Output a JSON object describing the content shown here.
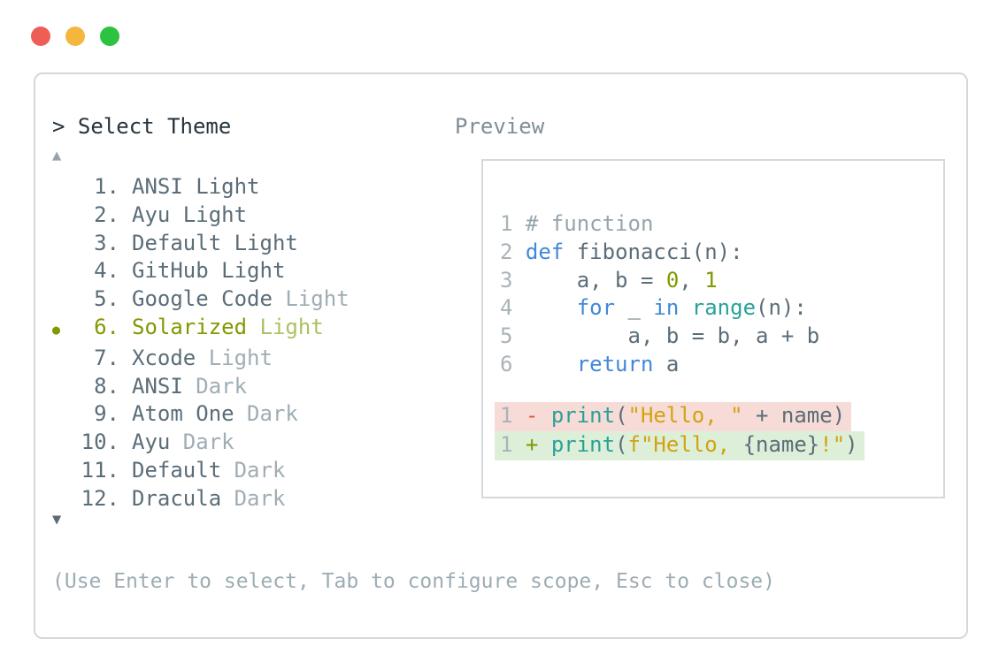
{
  "colors": {
    "light-red": "#ee5e56",
    "light-yellow": "#f5b63e",
    "light-green": "#2cc340",
    "border": "#d5d8da",
    "text-dark": "#26333c",
    "slate": "#5b6d78",
    "dim": "#9fadb4",
    "olive": "#7f9a00",
    "olive-dim": "#abc164",
    "blue": "#4189d8",
    "teal": "#2aa198",
    "gold": "#d2a30f",
    "red": "#e4534b",
    "comment": "#98a4ab",
    "linenum": "#a9b3b9",
    "label": "#7d8e98",
    "hint": "#9eacb3",
    "diff-red-bg": "#f6dbd7",
    "diff-green-bg": "#ddefd9"
  },
  "window": {
    "controls": [
      "close",
      "minimize",
      "maximize"
    ]
  },
  "prompt": {
    "symbol": ">",
    "title": "Select Theme"
  },
  "theme_list": {
    "scroll_up_icon": "▲",
    "scroll_down_icon": "▼",
    "selected_marker": "●",
    "items": [
      {
        "number": "1.",
        "name": "ANSI",
        "suffix": "Light",
        "suffix_style": "normal",
        "selected": false
      },
      {
        "number": "2.",
        "name": "Ayu",
        "suffix": "Light",
        "suffix_style": "normal",
        "selected": false
      },
      {
        "number": "3.",
        "name": "Default",
        "suffix": "Light",
        "suffix_style": "normal",
        "selected": false
      },
      {
        "number": "4.",
        "name": "GitHub",
        "suffix": "Light",
        "suffix_style": "normal",
        "selected": false
      },
      {
        "number": "5.",
        "name": "Google Code",
        "suffix": "Light",
        "suffix_style": "dim",
        "selected": false
      },
      {
        "number": "6.",
        "name": "Solarized",
        "suffix": "Light",
        "suffix_style": "selected",
        "selected": true
      },
      {
        "number": "7.",
        "name": "Xcode",
        "suffix": "Light",
        "suffix_style": "dim",
        "selected": false
      },
      {
        "number": "8.",
        "name": "ANSI",
        "suffix": "Dark",
        "suffix_style": "dim",
        "selected": false
      },
      {
        "number": "9.",
        "name": "Atom One",
        "suffix": "Dark",
        "suffix_style": "dim",
        "selected": false
      },
      {
        "number": "10.",
        "name": "Ayu",
        "suffix": "Dark",
        "suffix_style": "dim",
        "selected": false
      },
      {
        "number": "11.",
        "name": "Default",
        "suffix": "Dark",
        "suffix_style": "dim",
        "selected": false
      },
      {
        "number": "12.",
        "name": "Dracula",
        "suffix": "Dark",
        "suffix_style": "dim",
        "selected": false
      }
    ]
  },
  "preview": {
    "label": "Preview",
    "code_lines": [
      {
        "num": "1",
        "tokens": [
          {
            "c": "com",
            "t": "# function"
          }
        ]
      },
      {
        "num": "2",
        "tokens": [
          {
            "c": "kw",
            "t": "def"
          },
          {
            "c": "plain",
            "t": " fibonacci(n):"
          }
        ]
      },
      {
        "num": "3",
        "tokens": [
          {
            "c": "plain",
            "t": "    a, b = "
          },
          {
            "c": "num",
            "t": "0"
          },
          {
            "c": "plain",
            "t": ", "
          },
          {
            "c": "num",
            "t": "1"
          }
        ]
      },
      {
        "num": "4",
        "tokens": [
          {
            "c": "plain",
            "t": "    "
          },
          {
            "c": "kw",
            "t": "for"
          },
          {
            "c": "plain",
            "t": " _ "
          },
          {
            "c": "kw",
            "t": "in"
          },
          {
            "c": "plain",
            "t": " "
          },
          {
            "c": "fn",
            "t": "range"
          },
          {
            "c": "plain",
            "t": "(n):"
          }
        ]
      },
      {
        "num": "5",
        "tokens": [
          {
            "c": "plain",
            "t": "        a, b = b, a + b"
          }
        ]
      },
      {
        "num": "6",
        "tokens": [
          {
            "c": "plain",
            "t": "    "
          },
          {
            "c": "kw",
            "t": "return"
          },
          {
            "c": "plain",
            "t": " a"
          }
        ]
      }
    ],
    "diff_lines": [
      {
        "num": "1",
        "sign": "-",
        "type": "removed",
        "tokens": [
          {
            "c": "fn",
            "t": "print"
          },
          {
            "c": "plain",
            "t": "("
          },
          {
            "c": "str",
            "t": "\"Hello, \""
          },
          {
            "c": "plain",
            "t": " + name)"
          }
        ]
      },
      {
        "num": "1",
        "sign": "+",
        "type": "added",
        "tokens": [
          {
            "c": "fn",
            "t": "print"
          },
          {
            "c": "plain",
            "t": "("
          },
          {
            "c": "str",
            "t": "f\"Hello, "
          },
          {
            "c": "plain",
            "t": "{name}"
          },
          {
            "c": "str",
            "t": "!\""
          },
          {
            "c": "plain",
            "t": ")"
          }
        ]
      }
    ]
  },
  "footer": {
    "hint": "(Use Enter to select, Tab to configure scope, Esc to close)"
  }
}
